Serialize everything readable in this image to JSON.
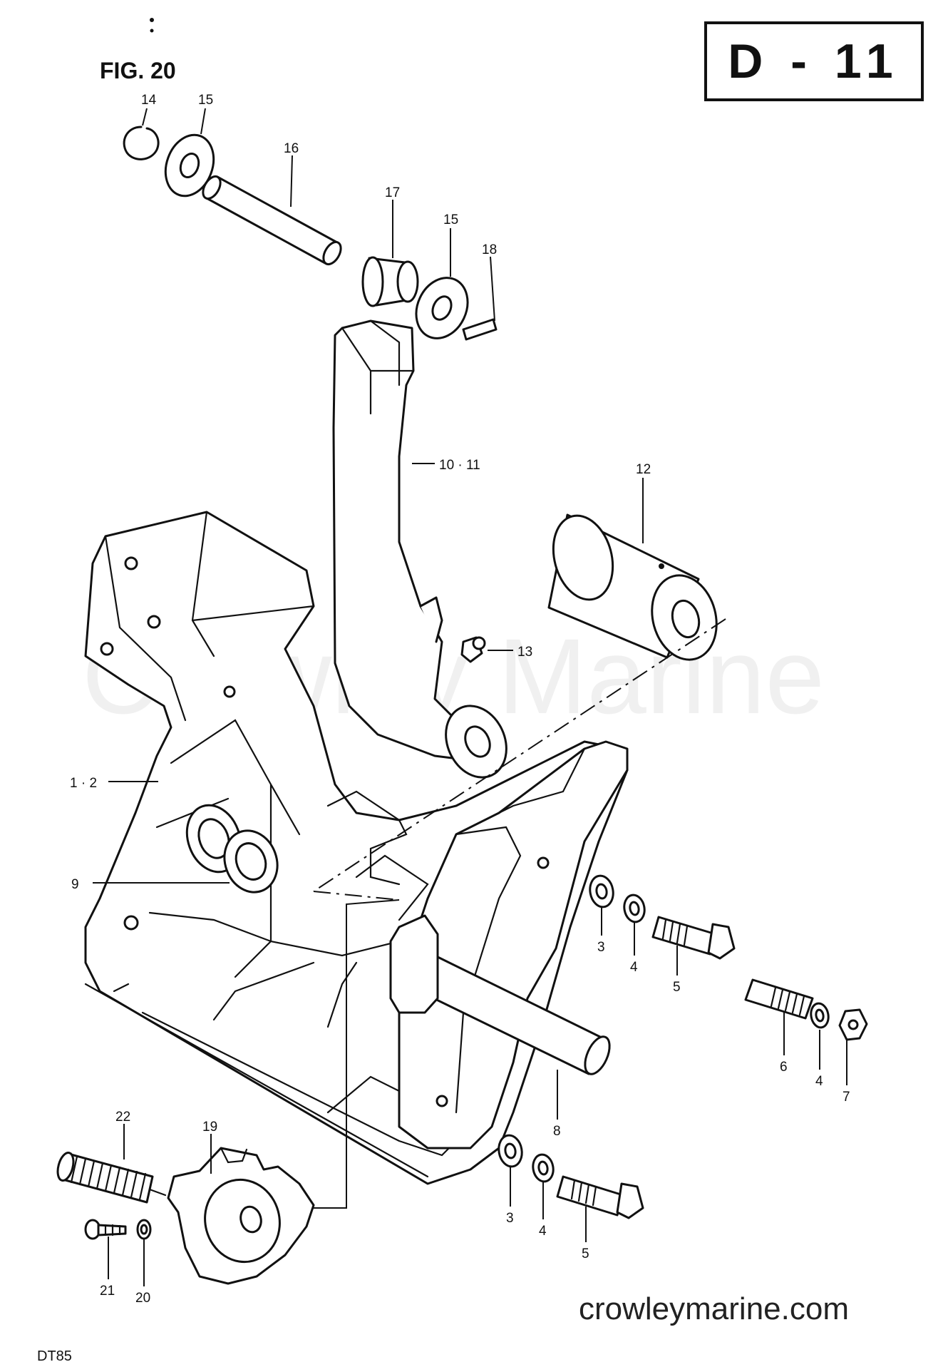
{
  "figure_title": "FIG. 20",
  "page_code": "D - 11",
  "model": "DT85",
  "watermark": "Crowley Marine",
  "website": "crowleymarine.com",
  "callouts": {
    "c14": "14",
    "c15a": "15",
    "c16": "16",
    "c17": "17",
    "c15b": "15",
    "c18": "18",
    "c10_11": "10 · 11",
    "c12": "12",
    "c13": "13",
    "c1_2": "1 · 2",
    "c9": "9",
    "c3a": "3",
    "c4a": "4",
    "c5a": "5",
    "c6": "6",
    "c4b": "4",
    "c7": "7",
    "c8": "8",
    "c22": "22",
    "c19": "19",
    "c3b": "3",
    "c4c": "4",
    "c5b": "5",
    "c21": "21",
    "c20": "20"
  }
}
